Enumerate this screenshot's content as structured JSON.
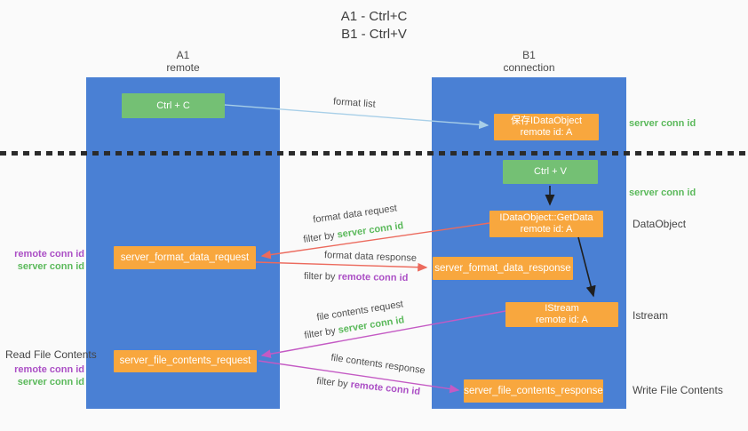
{
  "title": {
    "line1": "A1 - Ctrl+C",
    "line2": "B1 - Ctrl+V"
  },
  "lanes": {
    "left": {
      "name": "A1",
      "role": "remote"
    },
    "right": {
      "name": "B1",
      "role": "connection"
    }
  },
  "nodes": {
    "ctrl_c": {
      "label": "Ctrl + C"
    },
    "save_idataobject": {
      "line1": "保存IDataObject",
      "line2": "remote id: A"
    },
    "ctrl_v": {
      "label": "Ctrl + V"
    },
    "getdata": {
      "line1": "IDataObject::GetData",
      "line2": "remote id: A"
    },
    "format_request": {
      "label": "server_format_data_request"
    },
    "format_response": {
      "label": "server_format_data_response"
    },
    "istream": {
      "line1": "IStream",
      "line2": "remote id: A"
    },
    "file_request": {
      "label": "server_file_contents_request"
    },
    "file_response": {
      "label": "server_file_contents_response"
    }
  },
  "edge_labels": {
    "format_list": "format list",
    "format_data_request": "format data request",
    "format_data_response": "format data response",
    "file_contents_request": "file contents request",
    "file_contents_response": "file contents response",
    "filter_by": "filter by",
    "server_conn_id": "server conn id",
    "remote_conn_id": "remote conn id"
  },
  "annotations": {
    "right": {
      "server_conn_id_top": "server conn id",
      "server_conn_id_mid": "server conn id",
      "dataobject": "DataObject",
      "istream": "Istream",
      "write_file_contents": "Write File Contents"
    },
    "left": {
      "remote_conn_id_1": "remote conn id",
      "server_conn_id_1": "server conn id",
      "read_file_contents": "Read File Contents",
      "remote_conn_id_2": "remote conn id",
      "server_conn_id_2": "server conn id"
    }
  },
  "colors": {
    "lane_blue": "#4a80d4",
    "box_orange": "#f8a73e",
    "box_green": "#74c074",
    "green_text": "#5bb95b",
    "purple_text": "#ab4fc5",
    "red_arrow": "#ec6a5d",
    "magenta_arrow": "#c45ac4",
    "light_blue_arrow": "#a8cfe8",
    "black_arrow": "#1f1f1f"
  }
}
